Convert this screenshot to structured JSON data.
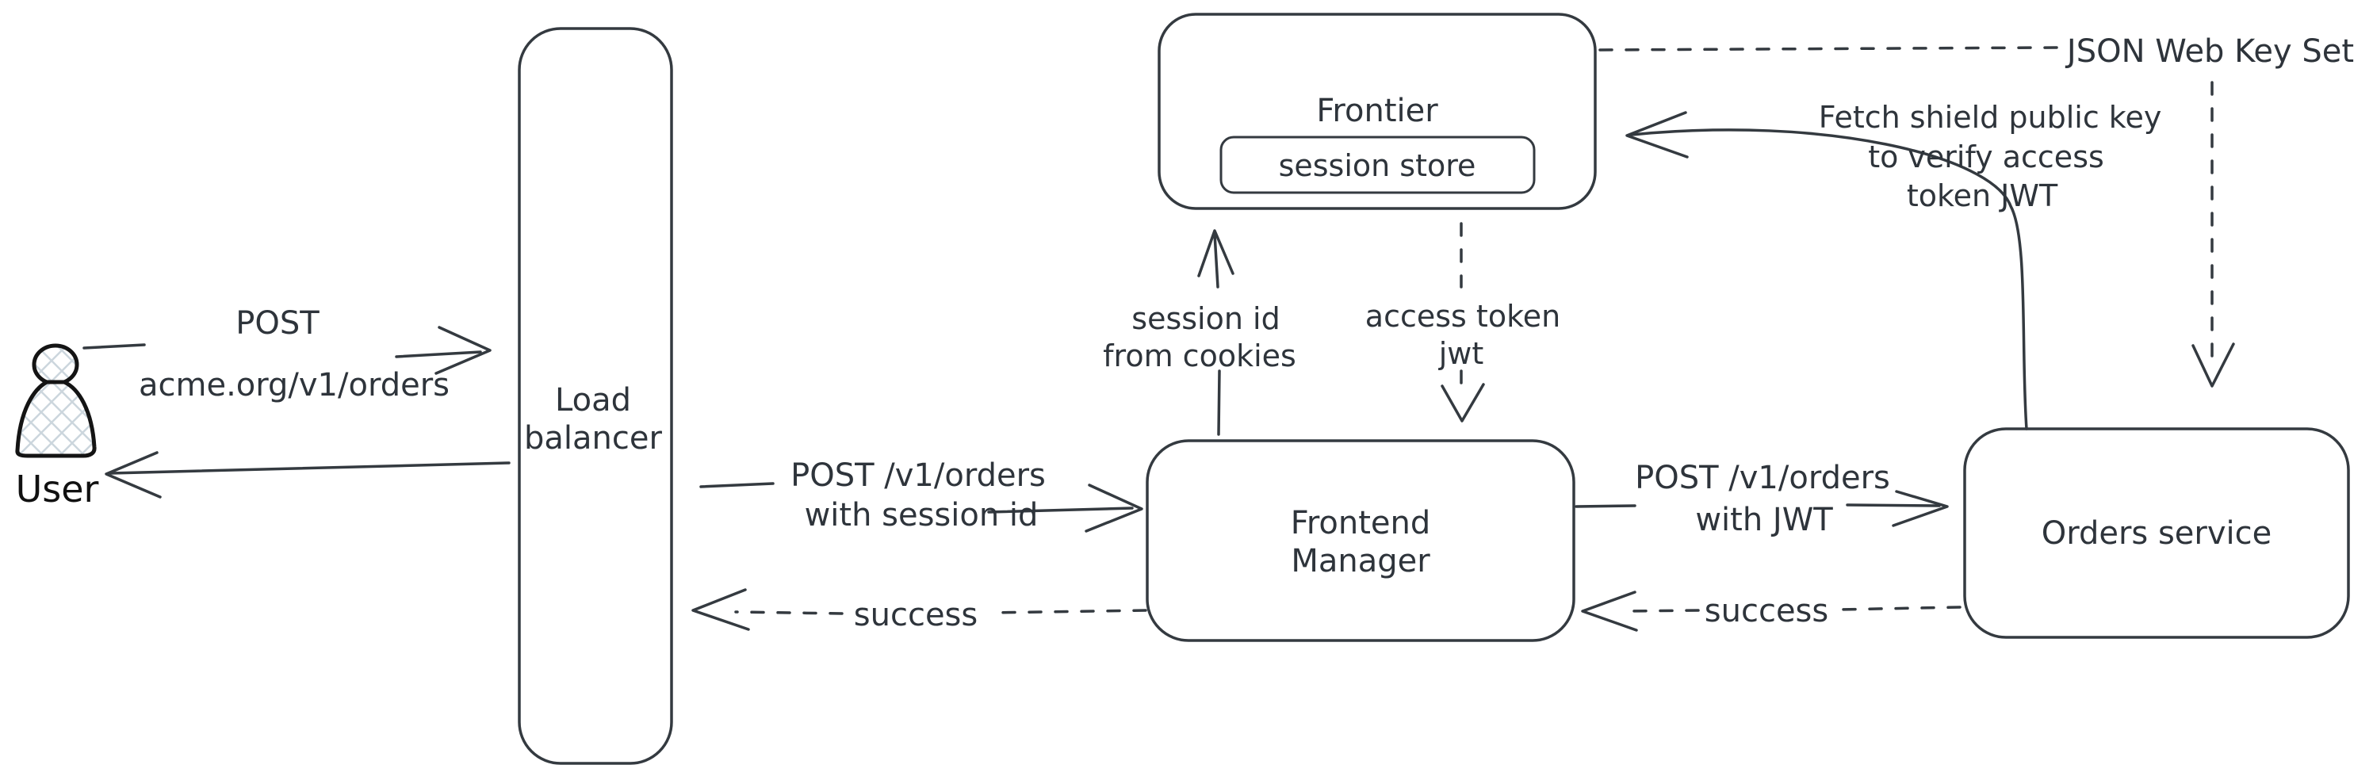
{
  "nodes": {
    "user": {
      "label": "User"
    },
    "load_balancer": {
      "line1": "Load",
      "line2": "balancer"
    },
    "frontier": {
      "label": "Frontier",
      "session_store": "session store"
    },
    "frontend_manager": {
      "line1": "Frontend",
      "line2": "Manager"
    },
    "orders_service": {
      "label": "Orders service"
    }
  },
  "annotations": {
    "jwks": "JSON Web Key Set"
  },
  "edges": {
    "user_to_lb": {
      "line1": "POST",
      "line2": "acme.org/v1/orders"
    },
    "lb_to_fm": {
      "line1": "POST /v1/orders",
      "line2": "with session id"
    },
    "fm_to_frontier": {
      "line1": "session id",
      "line2": "from cookies"
    },
    "frontier_to_fm": {
      "line1": "access token",
      "line2": "jwt"
    },
    "fm_to_orders": {
      "line1": "POST /v1/orders",
      "line2": "with JWT"
    },
    "fm_to_lb_success": {
      "label": "success"
    },
    "orders_to_fm_success": {
      "label": "success"
    },
    "orders_to_frontier": {
      "line1": "Fetch shield public key",
      "line2": "to verify access",
      "line3": "token JWT"
    }
  },
  "colors": {
    "stroke": "#343a40",
    "text": "#2e343b",
    "user_stroke": "#141414",
    "hatch": "#ccd6dd",
    "background": "#ffffff"
  }
}
